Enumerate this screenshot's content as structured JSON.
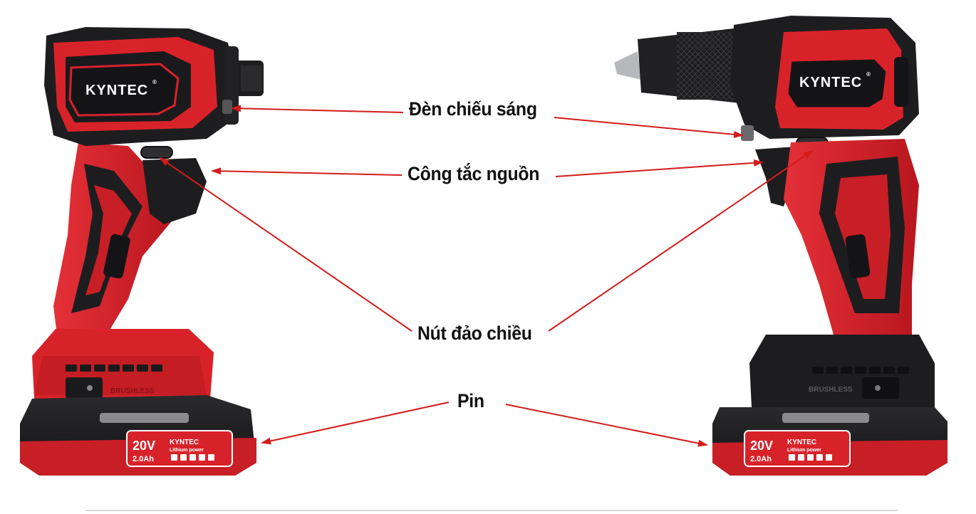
{
  "labels": {
    "light": "Đèn chiếu sáng",
    "power_switch": "Công tắc nguồn",
    "reverse_button": "Nút đảo chiều",
    "battery": "Pin"
  },
  "tools": {
    "brand": "KYNTEC",
    "registered_mark": "®",
    "motor_badge": "BRUSHLESS",
    "battery_voltage": "20V",
    "battery_capacity": "2.0Ah",
    "battery_brand": "KYNTEC",
    "battery_type": "Lithium power"
  },
  "colors": {
    "tool_red": "#d8222a",
    "tool_dark_red": "#a5141b",
    "tool_black": "#1b1b1d",
    "arrow": "#d41b1b",
    "text": "#111111"
  }
}
